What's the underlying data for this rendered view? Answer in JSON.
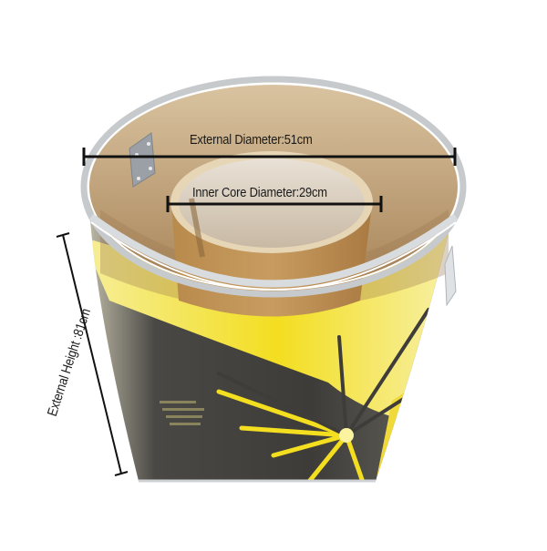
{
  "image": {
    "subject": "Drum with inner core, dimension annotations",
    "background_color": "#ffffff"
  },
  "annotations": {
    "external_diameter": "External Diameter:51cm",
    "inner_core_diameter": "Inner Core Diameter:29cm",
    "external_height": "External Height :81cm"
  },
  "colors": {
    "drum_yellow": "#f2df2e",
    "drum_dark": "#4a4844",
    "cardboard": "#c9a878",
    "core_tube": "#c49a5c",
    "rim_silver": "#d6d8da",
    "line_color": "#111111"
  }
}
